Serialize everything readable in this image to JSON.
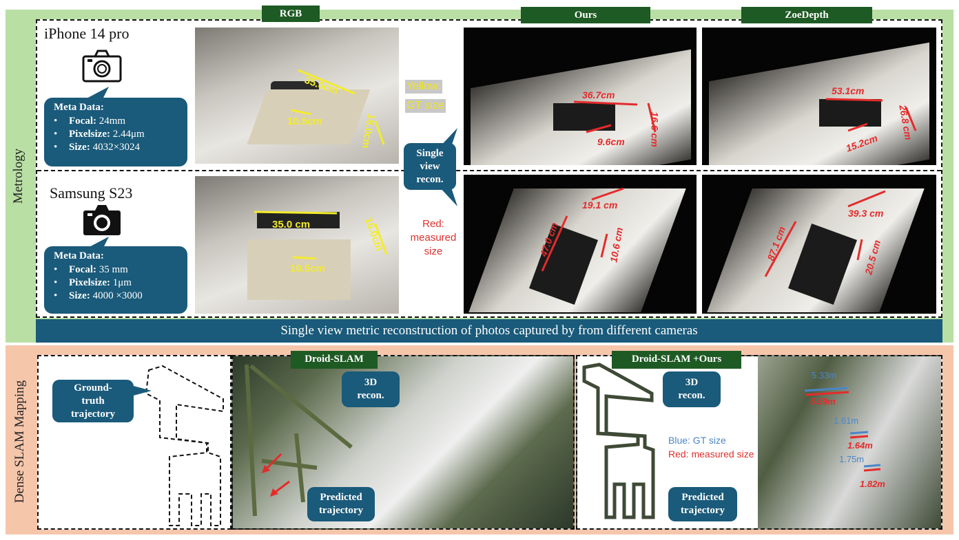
{
  "headers": {
    "rgb": "RGB",
    "ours": "Ours",
    "zoedepth": "ZoeDepth",
    "droid": "Droid-SLAM",
    "droid_ours": "Droid-SLAM +Ours"
  },
  "side_labels": {
    "top": "Metrology",
    "bottom": "Dense SLAM Mapping"
  },
  "cameras": [
    {
      "name": "iPhone 14 pro",
      "meta_title": "Meta Data:",
      "focal_label": "Focal:",
      "focal_value": " 24mm",
      "pix_label": "Pixelsize:",
      "pix_value": " 2.44μm",
      "size_label": "Size:",
      "size_value": " 4032×3024"
    },
    {
      "name": "Samsung S23",
      "meta_title": "Meta Data:",
      "focal_label": "Focal:",
      "focal_value": " 35 mm",
      "pix_label": "Pixelsize:",
      "pix_value": " 1μm",
      "size_label": "Size:",
      "size_value": " 4000 ×3000"
    }
  ],
  "rgb_labels": {
    "row1": [
      "35.0cm",
      "10.5cm",
      "15.0cm"
    ],
    "row2": [
      "35.0 cm",
      "10.5cm",
      "15.0cm"
    ]
  },
  "ours_labels": {
    "row1": [
      "36.7cm",
      "16.6 cm",
      "9.6cm"
    ],
    "row2": [
      "19.1 cm",
      "47.0 cm",
      "10.6 cm"
    ]
  },
  "zoe_labels": {
    "row1": [
      "53.1cm",
      "26.8 cm",
      "15.2cm"
    ],
    "row2": [
      "39.3 cm",
      "87.1 cm",
      "20.5 cm"
    ]
  },
  "legend": {
    "yellow_1": "Yellow:",
    "yellow_2": "GT size",
    "red_1": "Red:",
    "red_2": "measured",
    "red_3": "size"
  },
  "callouts": {
    "single_view": [
      "Single",
      "view",
      "recon."
    ],
    "gt_traj": [
      "Ground-",
      "truth",
      "trajectory"
    ],
    "recon_3d": [
      "3D",
      "recon."
    ],
    "pred_traj": [
      "Predicted",
      "trajectory"
    ]
  },
  "caption": "Single view metric reconstruction of photos captured by from different cameras",
  "slam_legend": {
    "blue": "Blue: GT size",
    "red": "Red: measured size"
  },
  "slam_labels": {
    "blue": [
      "5.33m",
      "1.61m",
      "1.75m"
    ],
    "red": [
      "5.59m",
      "1.64m",
      "1.82m"
    ]
  },
  "colors": {
    "top_band": "#b9dfa4",
    "bottom_band": "#f6c6ab",
    "header_green": "#1e5a23",
    "callout_blue": "#1a5a7a",
    "gt_yellow": "#f3ec2a",
    "measured_red": "#e42b2b",
    "gt_blue": "#4a86c8"
  },
  "icons": [
    "camera-outline-icon",
    "camera-filled-icon",
    "red-arrow-icon"
  ]
}
